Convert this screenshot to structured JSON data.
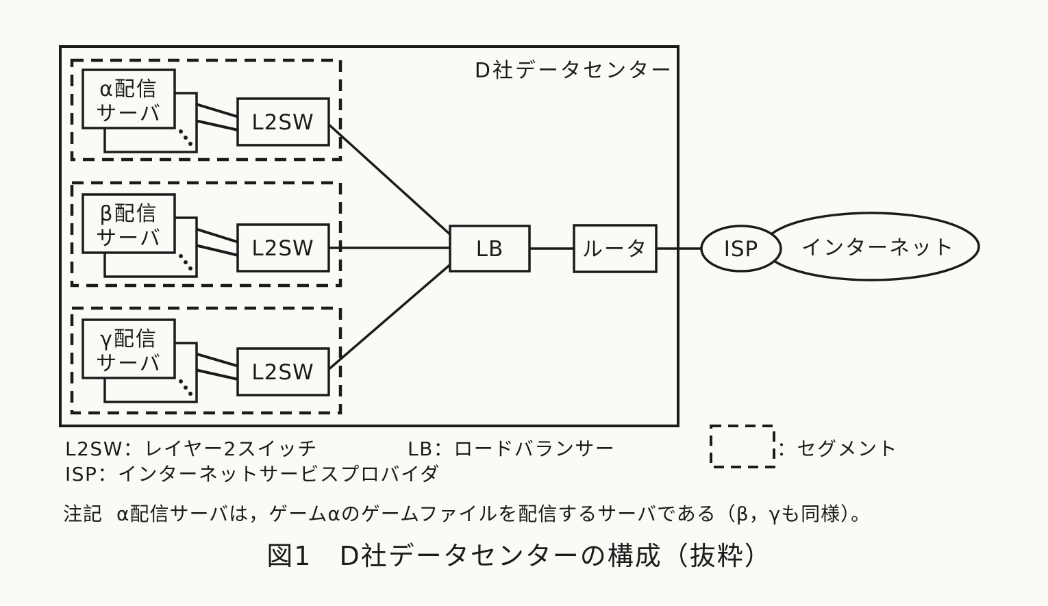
{
  "diagram": {
    "datacenter_label": "D社データセンター",
    "segments": [
      {
        "server_line1": "α配信",
        "server_line2": "サーバ",
        "switch_label": "L2SW"
      },
      {
        "server_line1": "β配信",
        "server_line2": "サーバ",
        "switch_label": "L2SW"
      },
      {
        "server_line1": "γ配信",
        "server_line2": "サーバ",
        "switch_label": "L2SW"
      }
    ],
    "load_balancer_label": "LB",
    "router_label": "ルータ",
    "isp_label": "ISP",
    "internet_label": "インターネット"
  },
  "legend": {
    "l2sw": "L2SW：レイヤー2スイッチ",
    "lb": "LB：ロードバランサー",
    "isp": "ISP：インターネットサービスプロバイダ",
    "segment": "：セグメント"
  },
  "note": {
    "label": "注記",
    "text": "α配信サーバは，ゲームαのゲームファイルを配信するサーバである（β，γも同様）。"
  },
  "caption": "図1　D社データセンターの構成（抜粋）",
  "colors": {
    "ink": "#1b1b1b",
    "paper": "#fbfaf7"
  }
}
